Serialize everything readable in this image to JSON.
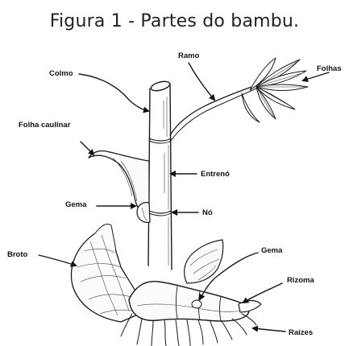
{
  "figure": {
    "caption": "Figura 1 - Partes do bambu."
  },
  "labels": {
    "folhas": "Folhas",
    "ramo": "Ramo",
    "colmo": "Colmo",
    "folha_caulinar": "Folha caulinar",
    "entreno": "Entrenó",
    "gema_upper": "Gema",
    "no": "Nó",
    "broto": "Broto",
    "gema_lower": "Gema",
    "rizoma": "Rizoma",
    "raizes": "Raizes"
  }
}
